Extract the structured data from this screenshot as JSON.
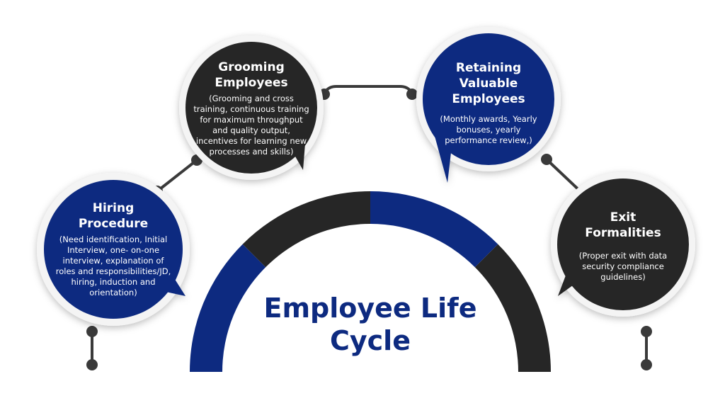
{
  "title": "Employee Life Cycle",
  "colors": {
    "navy": "#0d2a80",
    "dark": "#262626",
    "connector": "#3a3a3a"
  },
  "stages": [
    {
      "title": "Hiring Procedure",
      "description": "(Need identification, Initial Interview, one- on-one interview, explanation of roles and responsibilities/JD, hiring, induction and orientation)"
    },
    {
      "title": "Grooming Employees",
      "description": "(Grooming and cross training, continuous training for maximum throughput and quality output, incentives for learning new processes and skills)"
    },
    {
      "title": "Retaining Valuable Employees",
      "description": "(Monthly awards, Yearly bonuses, yearly performance review,)"
    },
    {
      "title": "Exit Formalities",
      "description": "(Proper exit with data security compliance guidelines)"
    }
  ]
}
